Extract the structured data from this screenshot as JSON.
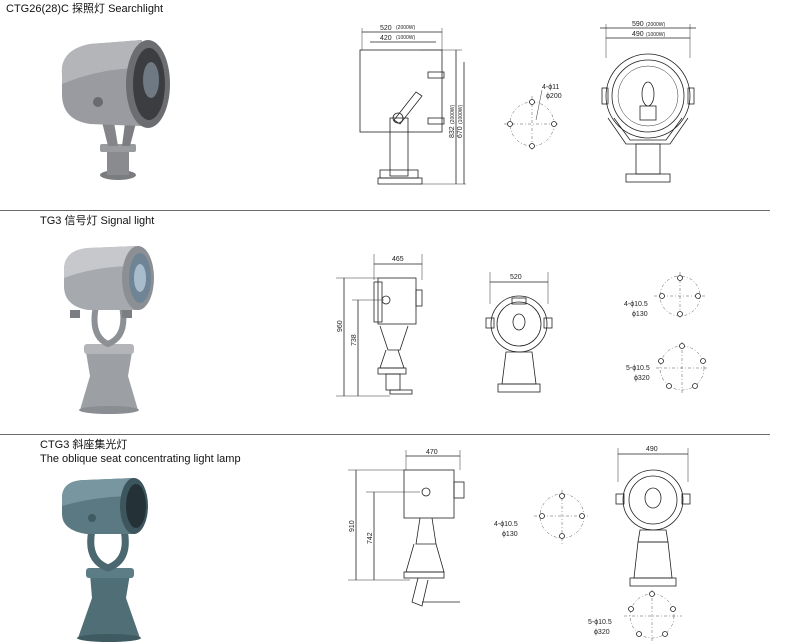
{
  "sections": [
    {
      "title": "CTG26(28)C 探照灯 Searchlight",
      "side_view": {
        "width_2000w": "520",
        "width_1000w": "420",
        "height_2000w": "832",
        "height_1000w": "670"
      },
      "side_width_2000_label": "(2000W)",
      "side_width_1000_label": "(1000W)",
      "side_height_2000_label": "(2000W)",
      "side_height_1000_label": "(1000W)",
      "hole_pattern": {
        "holes": "4-ϕ11",
        "pcd": "ϕ200"
      },
      "front_view": {
        "width_2000w": "590",
        "width_1000w": "490"
      },
      "front_width_2000_label": "(2000W)",
      "front_width_1000_label": "(1000W)"
    },
    {
      "title": "TG3 信号灯 Signal light",
      "side_view": {
        "width": "465",
        "height_total": "960",
        "height_axis": "738"
      },
      "front_view": {
        "width": "520"
      },
      "hole_pattern_small": {
        "holes": "4-ϕ10.5",
        "pcd": "ϕ130"
      },
      "hole_pattern_large": {
        "holes": "5-ϕ10.5",
        "pcd": "ϕ320"
      }
    },
    {
      "title": "CTG3 斜座集光灯",
      "subtitle": "The oblique seat concentrating light lamp",
      "side_view": {
        "width": "470",
        "height_total": "910",
        "height_axis": "742"
      },
      "front_view": {
        "width": "490"
      },
      "hole_pattern_small": {
        "holes": "4-ϕ10.5",
        "pcd": "ϕ130"
      },
      "hole_pattern_large": {
        "holes": "5-ϕ10.5",
        "pcd": "ϕ320"
      }
    }
  ],
  "colors": {
    "searchlight_body": "#8e8f91",
    "signal_body": "#a3a6aa",
    "ctg3_body": "#4f6e76",
    "line": "#222222"
  }
}
